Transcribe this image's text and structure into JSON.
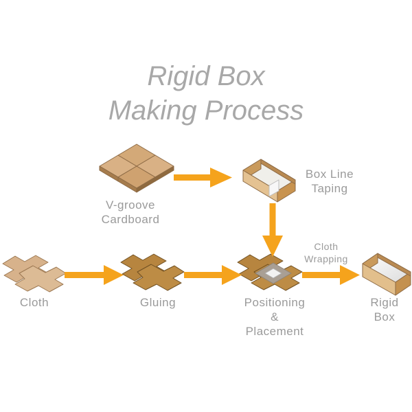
{
  "title": {
    "line1": "Rigid Box",
    "line2": "Making Process"
  },
  "steps": {
    "vgroove": {
      "line1": "V-groove",
      "line2": "Cardboard"
    },
    "taping": {
      "line1": "Box Line",
      "line2": "Taping"
    },
    "cloth": {
      "line1": "Cloth"
    },
    "gluing": {
      "line1": "Gluing"
    },
    "positioning": {
      "line1": "Positioning",
      "line2": "&",
      "line3": "Placement"
    },
    "wrapping": {
      "line1": "Cloth",
      "line2": "Wrapping"
    },
    "rigid": {
      "line1": "Rigid",
      "line2": "Box"
    }
  },
  "colors": {
    "arrow": "#f5a31c",
    "cardboard": "#d8ad80",
    "glued": "#b98738",
    "box_light": "#e2bf8c",
    "box_dark": "#c4914f",
    "text": "#9a9a9a"
  }
}
